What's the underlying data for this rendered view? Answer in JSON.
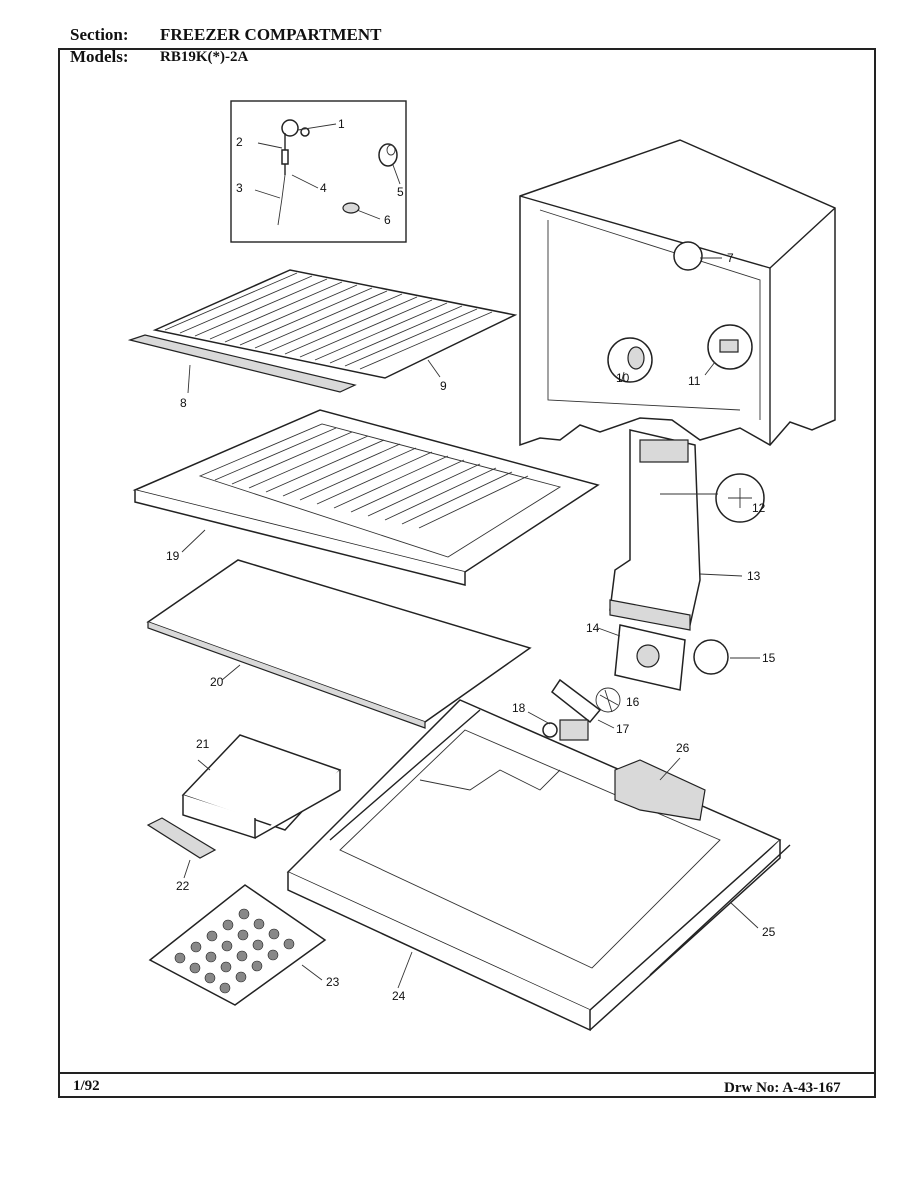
{
  "header": {
    "section_label": "Section:",
    "section_value": "FREEZER COMPARTMENT",
    "models_label": "Models:",
    "models_value": "RB19K(*)-2A"
  },
  "footer": {
    "date": "1/92",
    "drawing_number": "Drw No: A-43-167"
  },
  "callouts": [
    "1",
    "2",
    "3",
    "4",
    "5",
    "6",
    "7",
    "8",
    "9",
    "10",
    "11",
    "12",
    "13",
    "14",
    "15",
    "16",
    "17",
    "18",
    "19",
    "20",
    "21",
    "22",
    "23",
    "24",
    "25",
    "26"
  ]
}
